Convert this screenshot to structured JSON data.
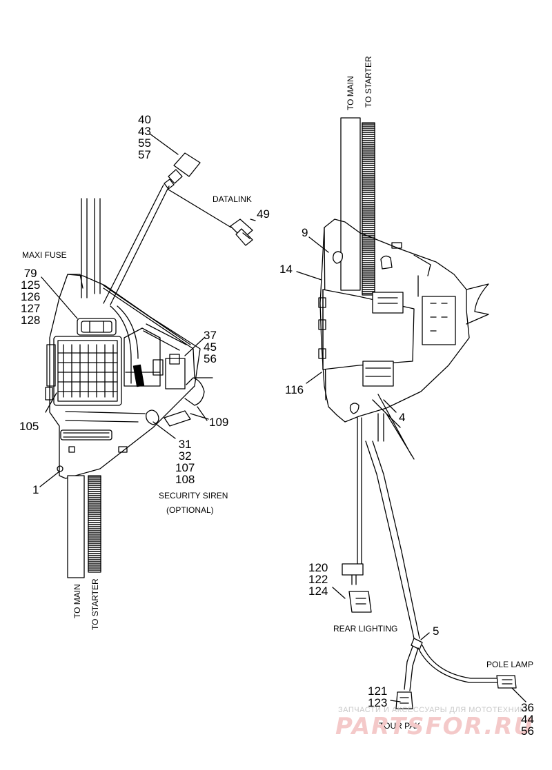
{
  "left_callouts": {
    "c40": [
      "40",
      "43",
      "55",
      "57"
    ],
    "c49": "49",
    "c79": [
      "79",
      "125",
      "126",
      "127",
      "128"
    ],
    "c37": [
      "37",
      "45",
      "56"
    ],
    "c105": "105",
    "c109": "109",
    "c31": [
      "31",
      "32",
      "107",
      "108"
    ],
    "c1": "1"
  },
  "left_labels": {
    "datalink": "DATALINK",
    "maxi_fuse": "MAXI FUSE",
    "security_siren": "SECURITY SIREN",
    "optional": "(OPTIONAL)",
    "to_main": "TO MAIN",
    "to_starter": "TO STARTER"
  },
  "right_callouts": {
    "c9": "9",
    "c14": "14",
    "c116": "116",
    "c4": "4",
    "c120": [
      "120",
      "122",
      "124"
    ],
    "c5": "5",
    "c121": [
      "121",
      "123"
    ],
    "c36": [
      "36",
      "44",
      "56"
    ]
  },
  "right_labels": {
    "to_main": "TO MAIN",
    "to_starter": "TO STARTER",
    "rear_lighting": "REAR LIGHTING",
    "pole_lamp": "POLE LAMP",
    "tour_pak": "TOUR PAK"
  },
  "watermark": {
    "text": "ЗАПЧАСТИ И АКСЕССУАРЫ ДЛЯ МОТОТЕХНИКИ",
    "logo": "PARTSFOR.RU"
  }
}
